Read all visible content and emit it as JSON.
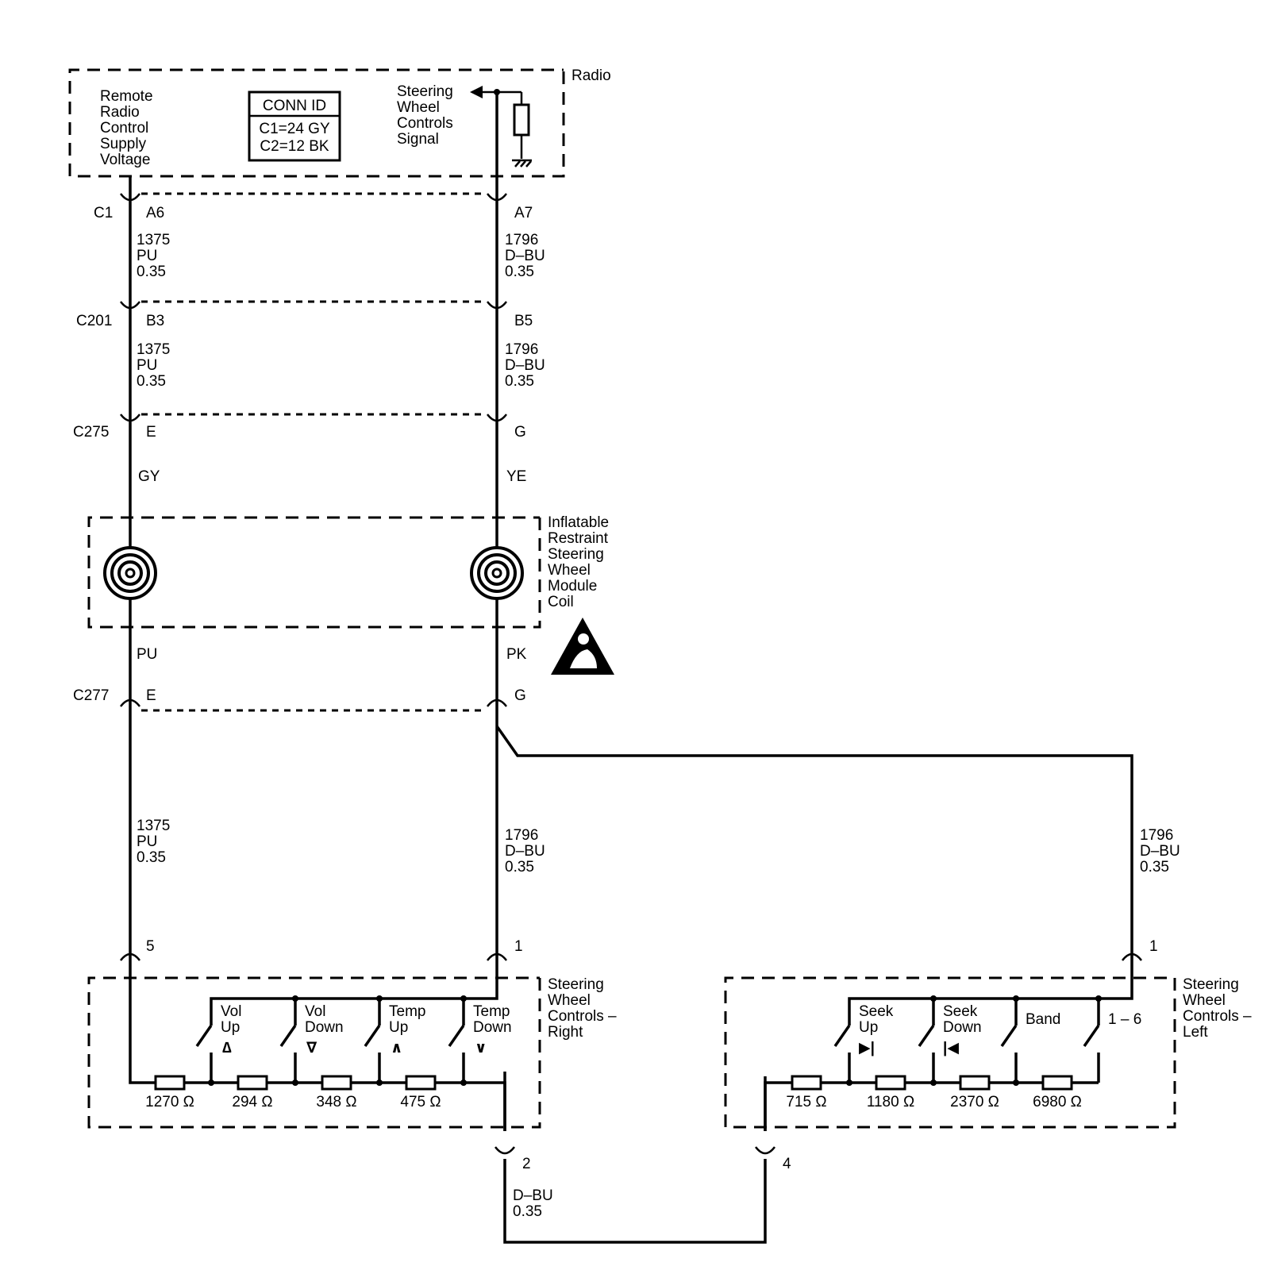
{
  "radio": {
    "name": "Radio",
    "supply_label": [
      "Remote",
      "Radio",
      "Control",
      "Supply",
      "Voltage"
    ],
    "signal_label": [
      "Steering",
      "Wheel",
      "Controls",
      "Signal"
    ],
    "conn_id": {
      "title": "CONN ID",
      "c1": "C1=24 GY",
      "c2": "C2=12 BK"
    }
  },
  "connectors": {
    "c1": {
      "name": "C1",
      "left_pin": "A6",
      "right_pin": "A7"
    },
    "c201": {
      "name": "C201",
      "left_pin": "B3",
      "right_pin": "B5"
    },
    "c275": {
      "name": "C275",
      "left_pin": "E",
      "right_pin": "G"
    },
    "c277": {
      "name": "C277",
      "left_pin": "E",
      "right_pin": "G"
    }
  },
  "wires": {
    "left_1": [
      "1375",
      "PU",
      "0.35"
    ],
    "right_1": [
      "1796",
      "D–BU",
      "0.35"
    ],
    "left_2": [
      "1375",
      "PU",
      "0.35"
    ],
    "right_2": [
      "1796",
      "D–BU",
      "0.35"
    ],
    "left_color_upper": "GY",
    "right_color_upper": "YE",
    "left_color_lower": "PU",
    "right_color_lower": "PK",
    "left_3": [
      "1375",
      "PU",
      "0.35"
    ],
    "right_3": [
      "1796",
      "D–BU",
      "0.35"
    ],
    "far_right": [
      "1796",
      "D–BU",
      "0.35"
    ],
    "bottom": [
      "D–BU",
      "0.35"
    ]
  },
  "coil_module": {
    "label": [
      "Inflatable",
      "Restraint",
      "Steering",
      "Wheel",
      "Module",
      "Coil"
    ]
  },
  "right_controls": {
    "label": [
      "Steering",
      "Wheel",
      "Controls –",
      "Right"
    ],
    "pins": {
      "in_left": "5",
      "in_signal": "1",
      "out": "2"
    },
    "switches": [
      {
        "line1": "Vol",
        "line2": "Up",
        "symbol": "∆"
      },
      {
        "line1": "Vol",
        "line2": "Down",
        "symbol": "∇"
      },
      {
        "line1": "Temp",
        "line2": "Up",
        "symbol": "∧"
      },
      {
        "line1": "Temp",
        "line2": "Down",
        "symbol": "∨"
      }
    ],
    "resistors": [
      "1270 Ω",
      "294 Ω",
      "348 Ω",
      "475 Ω"
    ]
  },
  "left_controls": {
    "label": [
      "Steering",
      "Wheel",
      "Controls –",
      "Left"
    ],
    "pins": {
      "in_signal": "1",
      "out": "4"
    },
    "switches": [
      {
        "line1": "Seek",
        "line2": "Up",
        "symbol": "▶|"
      },
      {
        "line1": "Seek",
        "line2": "Down",
        "symbol": "|◀"
      },
      {
        "line1": "Band",
        "line2": "",
        "symbol": ""
      },
      {
        "line1": "1 – 6",
        "line2": "",
        "symbol": ""
      }
    ],
    "resistors": [
      "715 Ω",
      "1180 Ω",
      "2370 Ω",
      "6980 Ω"
    ]
  }
}
